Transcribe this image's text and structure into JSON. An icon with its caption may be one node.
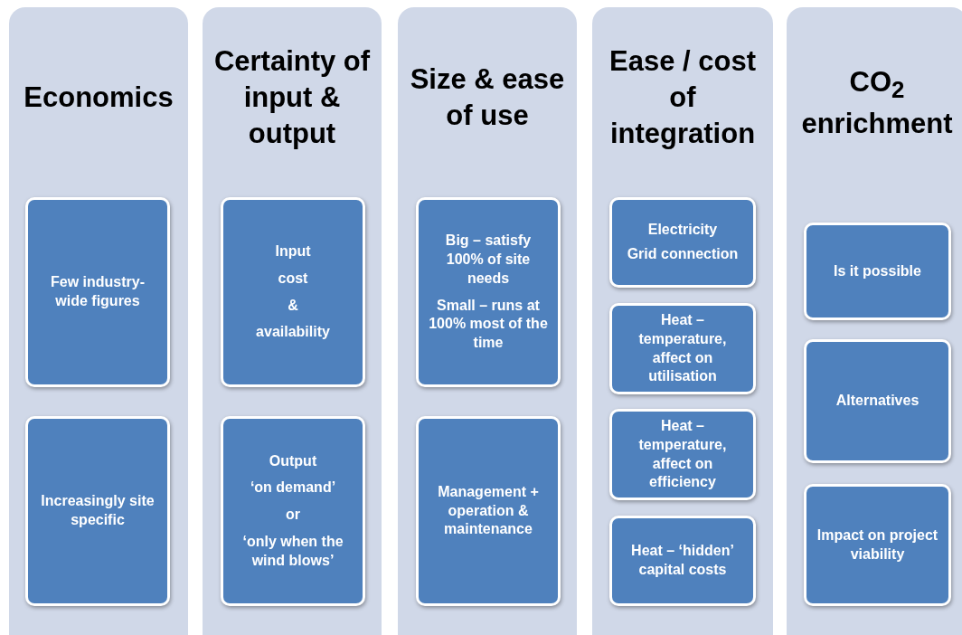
{
  "diagram": {
    "nodes": [
      {
        "text": [
          "Economics"
        ]
      },
      {
        "text": [
          "Few industry-wide figures"
        ],
        "in": 0
      },
      {
        "text": [
          "Increasingly site specific"
        ],
        "in": 0
      },
      {
        "text": [
          "Certainty of input & output"
        ]
      },
      {
        "text": [
          "Input",
          "cost",
          "&",
          "availability"
        ],
        "in": 3
      },
      {
        "text": [
          "Output",
          "‘on demand’",
          "or",
          "‘only when the wind blows’"
        ],
        "in": 3
      },
      {
        "text": [
          "Size & ease of use"
        ]
      },
      {
        "text": [
          "Big – satisfy 100% of site needs",
          "Small – runs at 100% most of the time"
        ],
        "in": 6
      },
      {
        "text": [
          "Management + operation & maintenance"
        ],
        "in": 6
      },
      {
        "text": [
          "Ease / cost of integration"
        ]
      },
      {
        "text": [
          "Electricity",
          "Grid connection"
        ],
        "in": 9
      },
      {
        "text": [
          "Heat – temperature, affect on utilisation"
        ],
        "in": 9
      },
      {
        "text": [
          "Heat – temperature, affect on efficiency"
        ],
        "in": 9
      },
      {
        "text": [
          "Heat – ‘hidden’ capital costs"
        ],
        "in": 9
      },
      {
        "text": [
          "CO$_{2}$ enrichment"
        ]
      },
      {
        "text": [
          "Is it possible"
        ],
        "in": 14
      },
      {
        "text": [
          "Alternatives"
        ],
        "in": 14
      },
      {
        "text": [
          "Impact on project viability"
        ],
        "in": 14
      }
    ]
  }
}
